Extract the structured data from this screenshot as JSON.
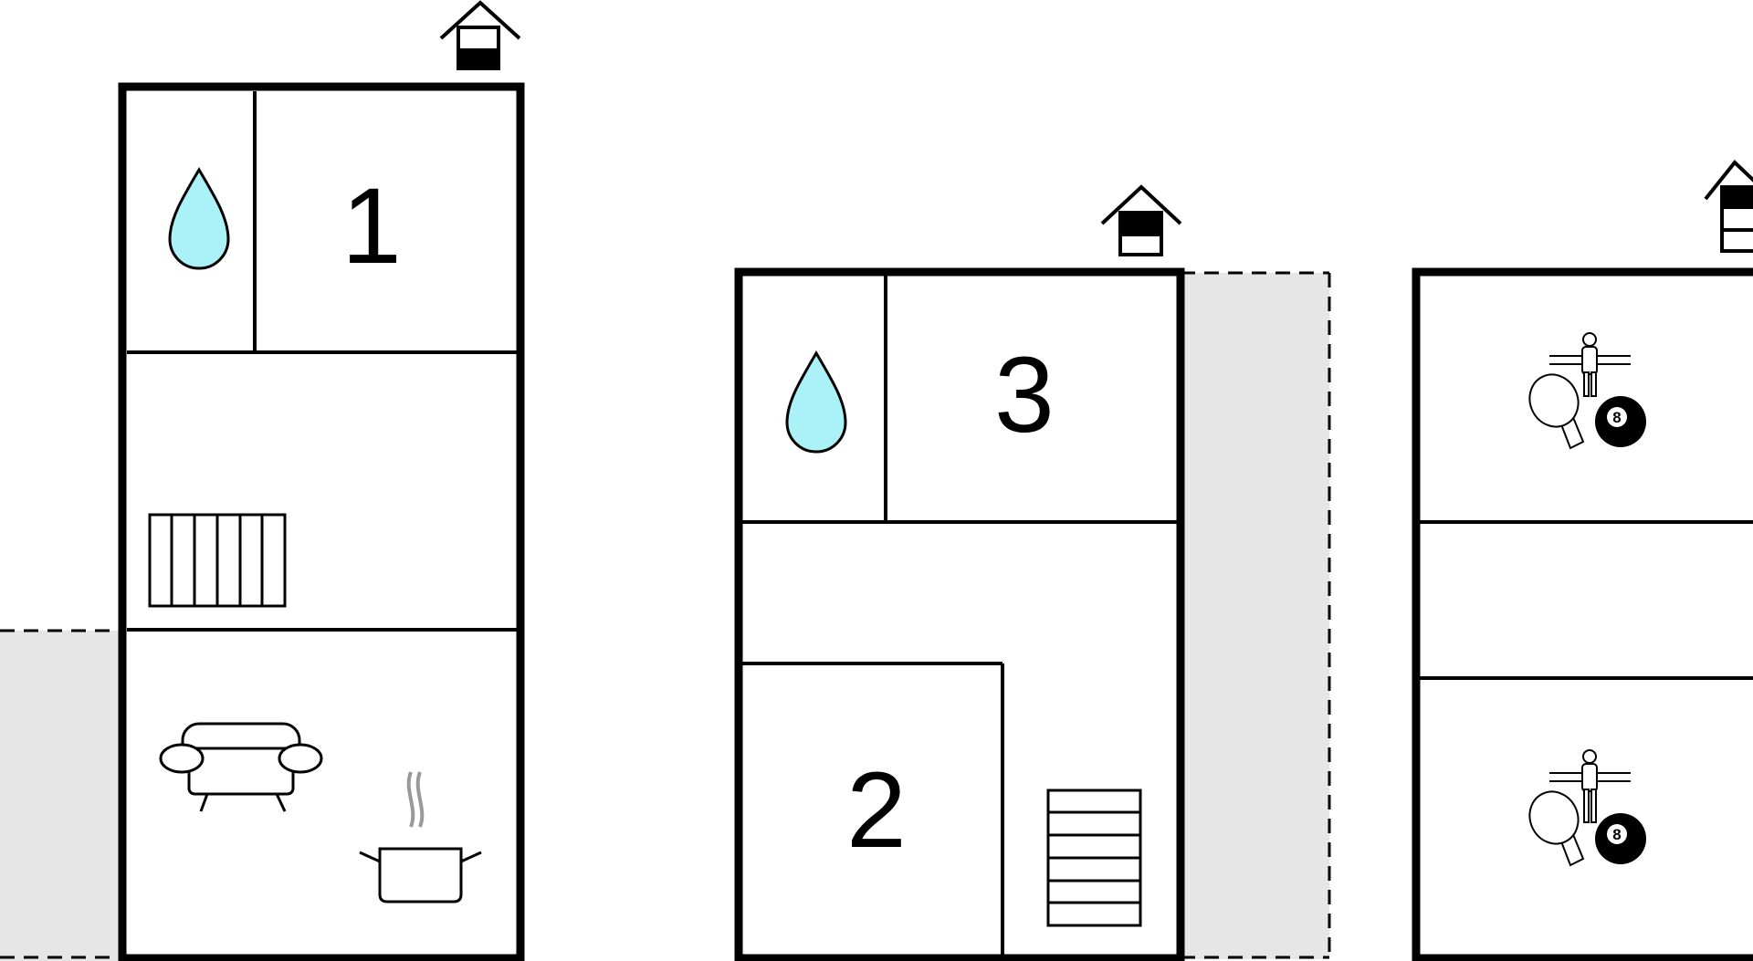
{
  "floor_plan": {
    "levels": [
      {
        "name": "level-1",
        "rooms": [
          {
            "label": "1",
            "type": "bedroom"
          },
          {
            "label": "",
            "type": "bathroom",
            "icon": "water-drop-icon"
          },
          {
            "label": "",
            "type": "hall",
            "icon": "staircase-icon"
          },
          {
            "label": "",
            "type": "living-kitchen",
            "icons": [
              "sofa-icon",
              "cooking-pot-icon"
            ]
          }
        ]
      },
      {
        "name": "level-2",
        "rooms": [
          {
            "label": "3",
            "type": "bedroom"
          },
          {
            "label": "",
            "type": "bathroom",
            "icon": "water-drop-icon"
          },
          {
            "label": "2",
            "type": "bedroom"
          },
          {
            "label": "",
            "type": "hall",
            "icon": "staircase-icon"
          }
        ]
      },
      {
        "name": "level-3",
        "rooms": [
          {
            "label": "",
            "type": "activity-room",
            "icon": "games-icon"
          },
          {
            "label": "",
            "type": "hall"
          },
          {
            "label": "",
            "type": "activity-room",
            "icon": "games-icon"
          }
        ]
      }
    ],
    "billiard_ball_number": "8",
    "colors": {
      "wall": "#000000",
      "water": "#aaf2f8",
      "terrace": "#e6e6e6",
      "steam": "#999999"
    }
  }
}
